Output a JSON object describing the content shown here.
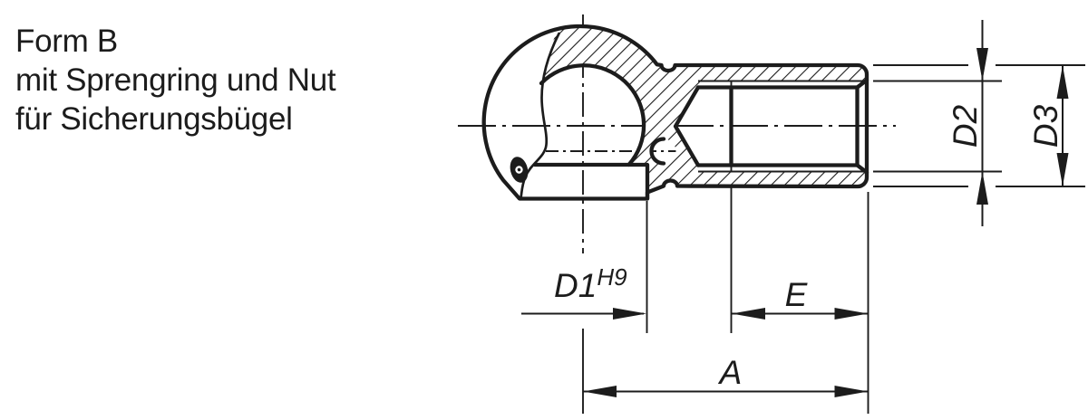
{
  "title": {
    "line1": "Form B",
    "line2": "mit Sprengring und Nut",
    "line3": "für Sicherungsbügel"
  },
  "dimension_labels": {
    "socket_bore": {
      "base": "D1",
      "tolerance": "H9"
    },
    "thread_depth": "E",
    "overall_length": "A",
    "thread_diameter": "D2",
    "outer_diameter": "D3"
  },
  "colors": {
    "ink": "#1c1c1c",
    "background": "#ffffff"
  }
}
